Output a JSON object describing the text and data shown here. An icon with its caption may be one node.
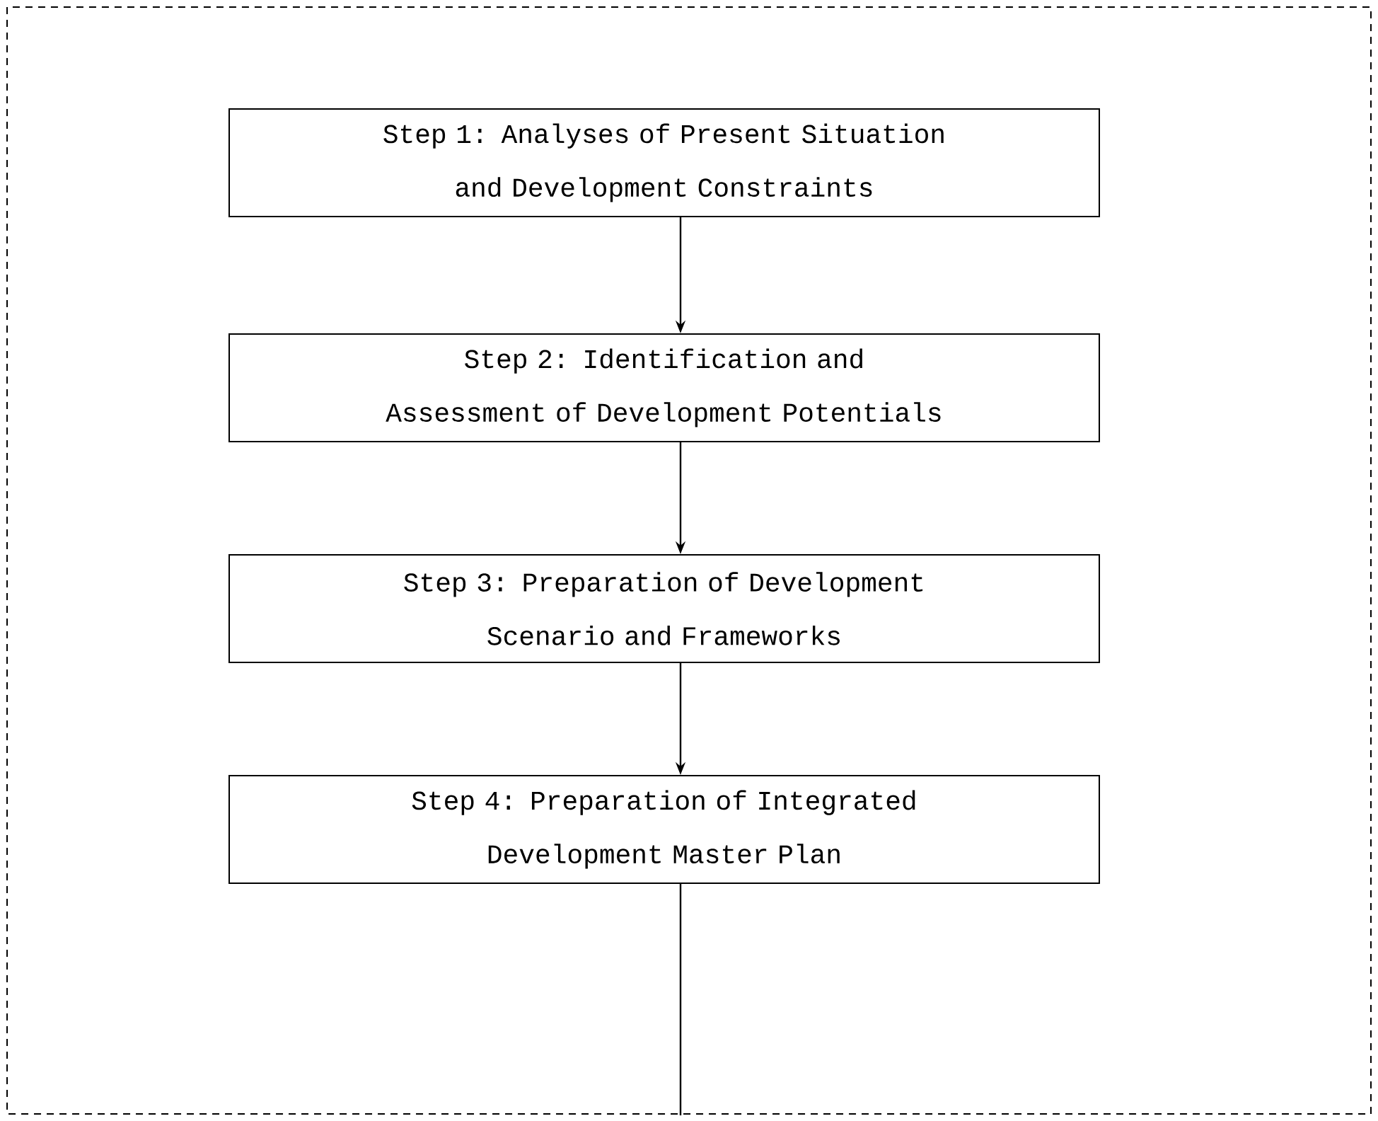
{
  "diagram": {
    "nodes": [
      {
        "text": [
          "Step 1: Analyses of Present Situation and Development Constraints"
        ]
      },
      {
        "text": [
          "Step 2: Identification and Assessment of Development Potentials"
        ]
      },
      {
        "text": [
          "Step 3: Preparation of Development Scenario and Frameworks"
        ]
      },
      {
        "text": [
          "Step 4: Preparation of Integrated Development Master Plan"
        ]
      }
    ],
    "edges": [
      {
        "from": 0,
        "to": 1,
        "arrow": "to"
      },
      {
        "from": 1,
        "to": 2,
        "arrow": "to"
      },
      {
        "from": 2,
        "to": 3,
        "arrow": "to"
      },
      {
        "from": 3,
        "to": null,
        "arrow": "none"
      }
    ]
  }
}
